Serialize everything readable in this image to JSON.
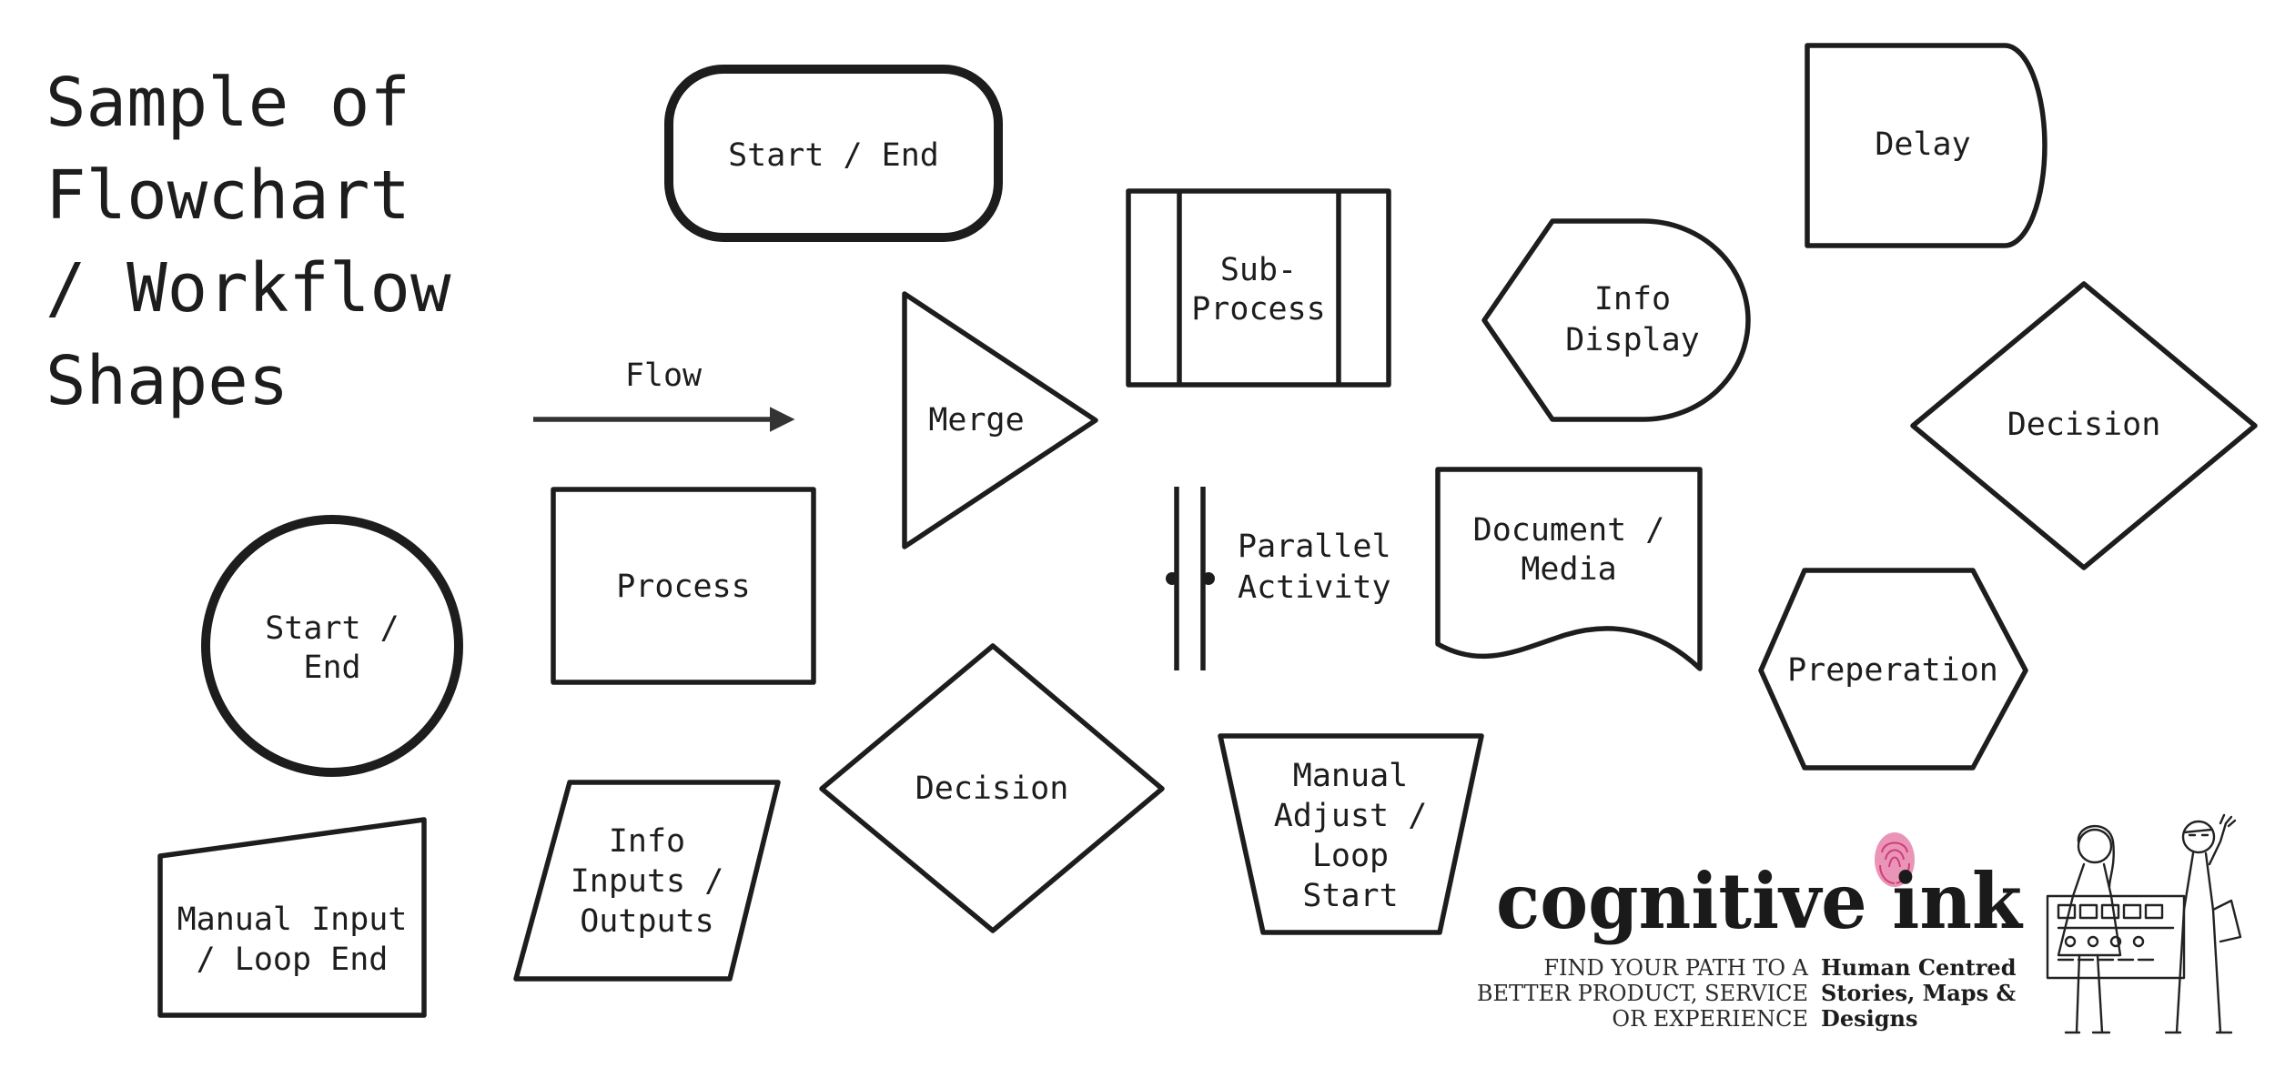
{
  "title": "Sample of\nFlowchart\n/ Workflow\nShapes",
  "shapes": {
    "start_end_rounded": "Start / End",
    "flow": "Flow",
    "merge": "Merge",
    "sub_process": [
      "Sub-",
      "Process"
    ],
    "info_display": [
      "Info",
      "Display"
    ],
    "delay": "Delay",
    "decision_right": "Decision",
    "process": "Process",
    "parallel_activity": [
      "Parallel",
      "Activity"
    ],
    "document_media": [
      "Document /",
      "Media"
    ],
    "preparation": "Preperation",
    "start_end_circle": [
      "Start /",
      "End"
    ],
    "decision_bottom": "Decision",
    "manual_adjust": [
      "Manual",
      "Adjust /",
      "Loop",
      "Start"
    ],
    "info_inputs_outputs": [
      "Info",
      "Inputs /",
      "Outputs"
    ],
    "manual_input": [
      "Manual Input",
      "/ Loop End"
    ]
  },
  "brand": {
    "name": "cognitive ink",
    "tagline_left": [
      "FIND YOUR PATH TO A",
      "BETTER PRODUCT, SERVICE",
      "OR EXPERIENCE"
    ],
    "tagline_right": [
      "Human Centred",
      "Stories, Maps &",
      "Designs"
    ],
    "accent_color": "#c2185b",
    "fingerprint_color": "#e889b0"
  }
}
